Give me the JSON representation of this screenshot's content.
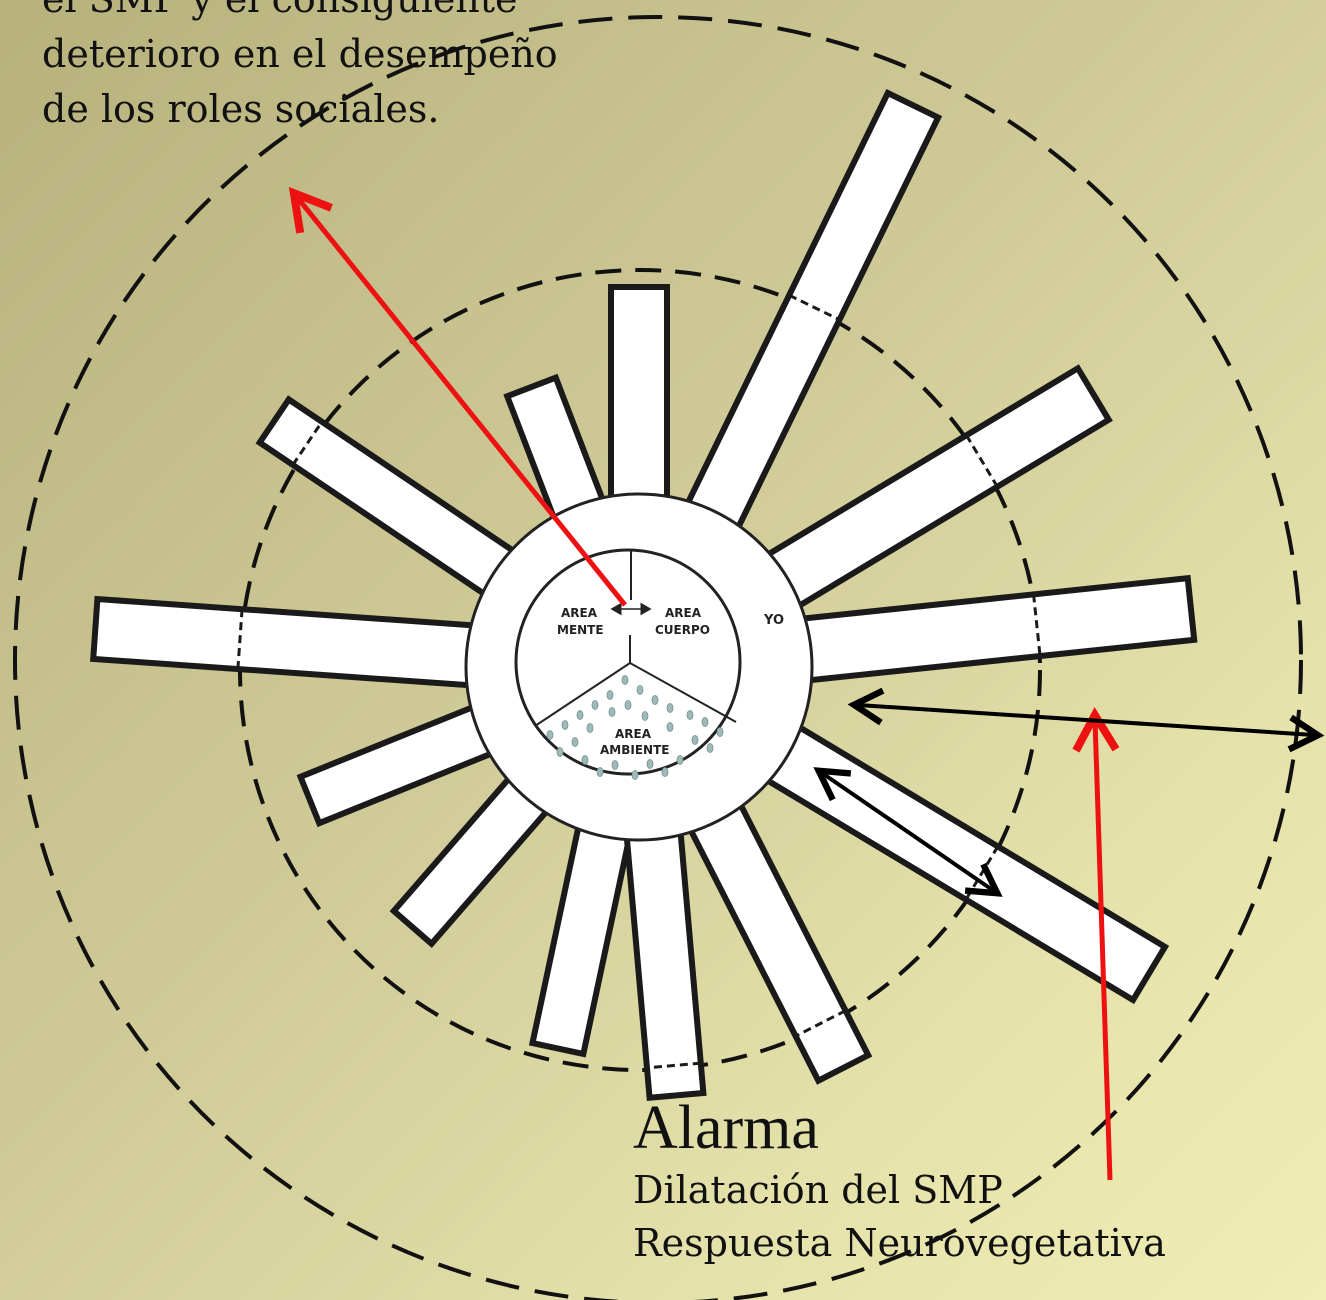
{
  "top_annotation": {
    "lines": [
      "el SMP y el consiguiente",
      "deterioro en el desempeño",
      "de los roles sociales."
    ]
  },
  "center": {
    "area_mente": [
      "AREA",
      "MENTE"
    ],
    "area_cuerpo": [
      "AREA",
      "CUERPO"
    ],
    "area_ambiente": [
      "AREA",
      "AMBIENTE"
    ],
    "yo_label": "YO"
  },
  "bottom_annotation": {
    "title": "Alarma",
    "line1": "Dilatación del SMP",
    "line2": "Respuesta Neurovegetativa"
  },
  "colors": {
    "arrow_red": "#ee1111",
    "arrow_black": "#000000",
    "bar_fill": "#ffffff",
    "dash_stroke": "#111111"
  }
}
